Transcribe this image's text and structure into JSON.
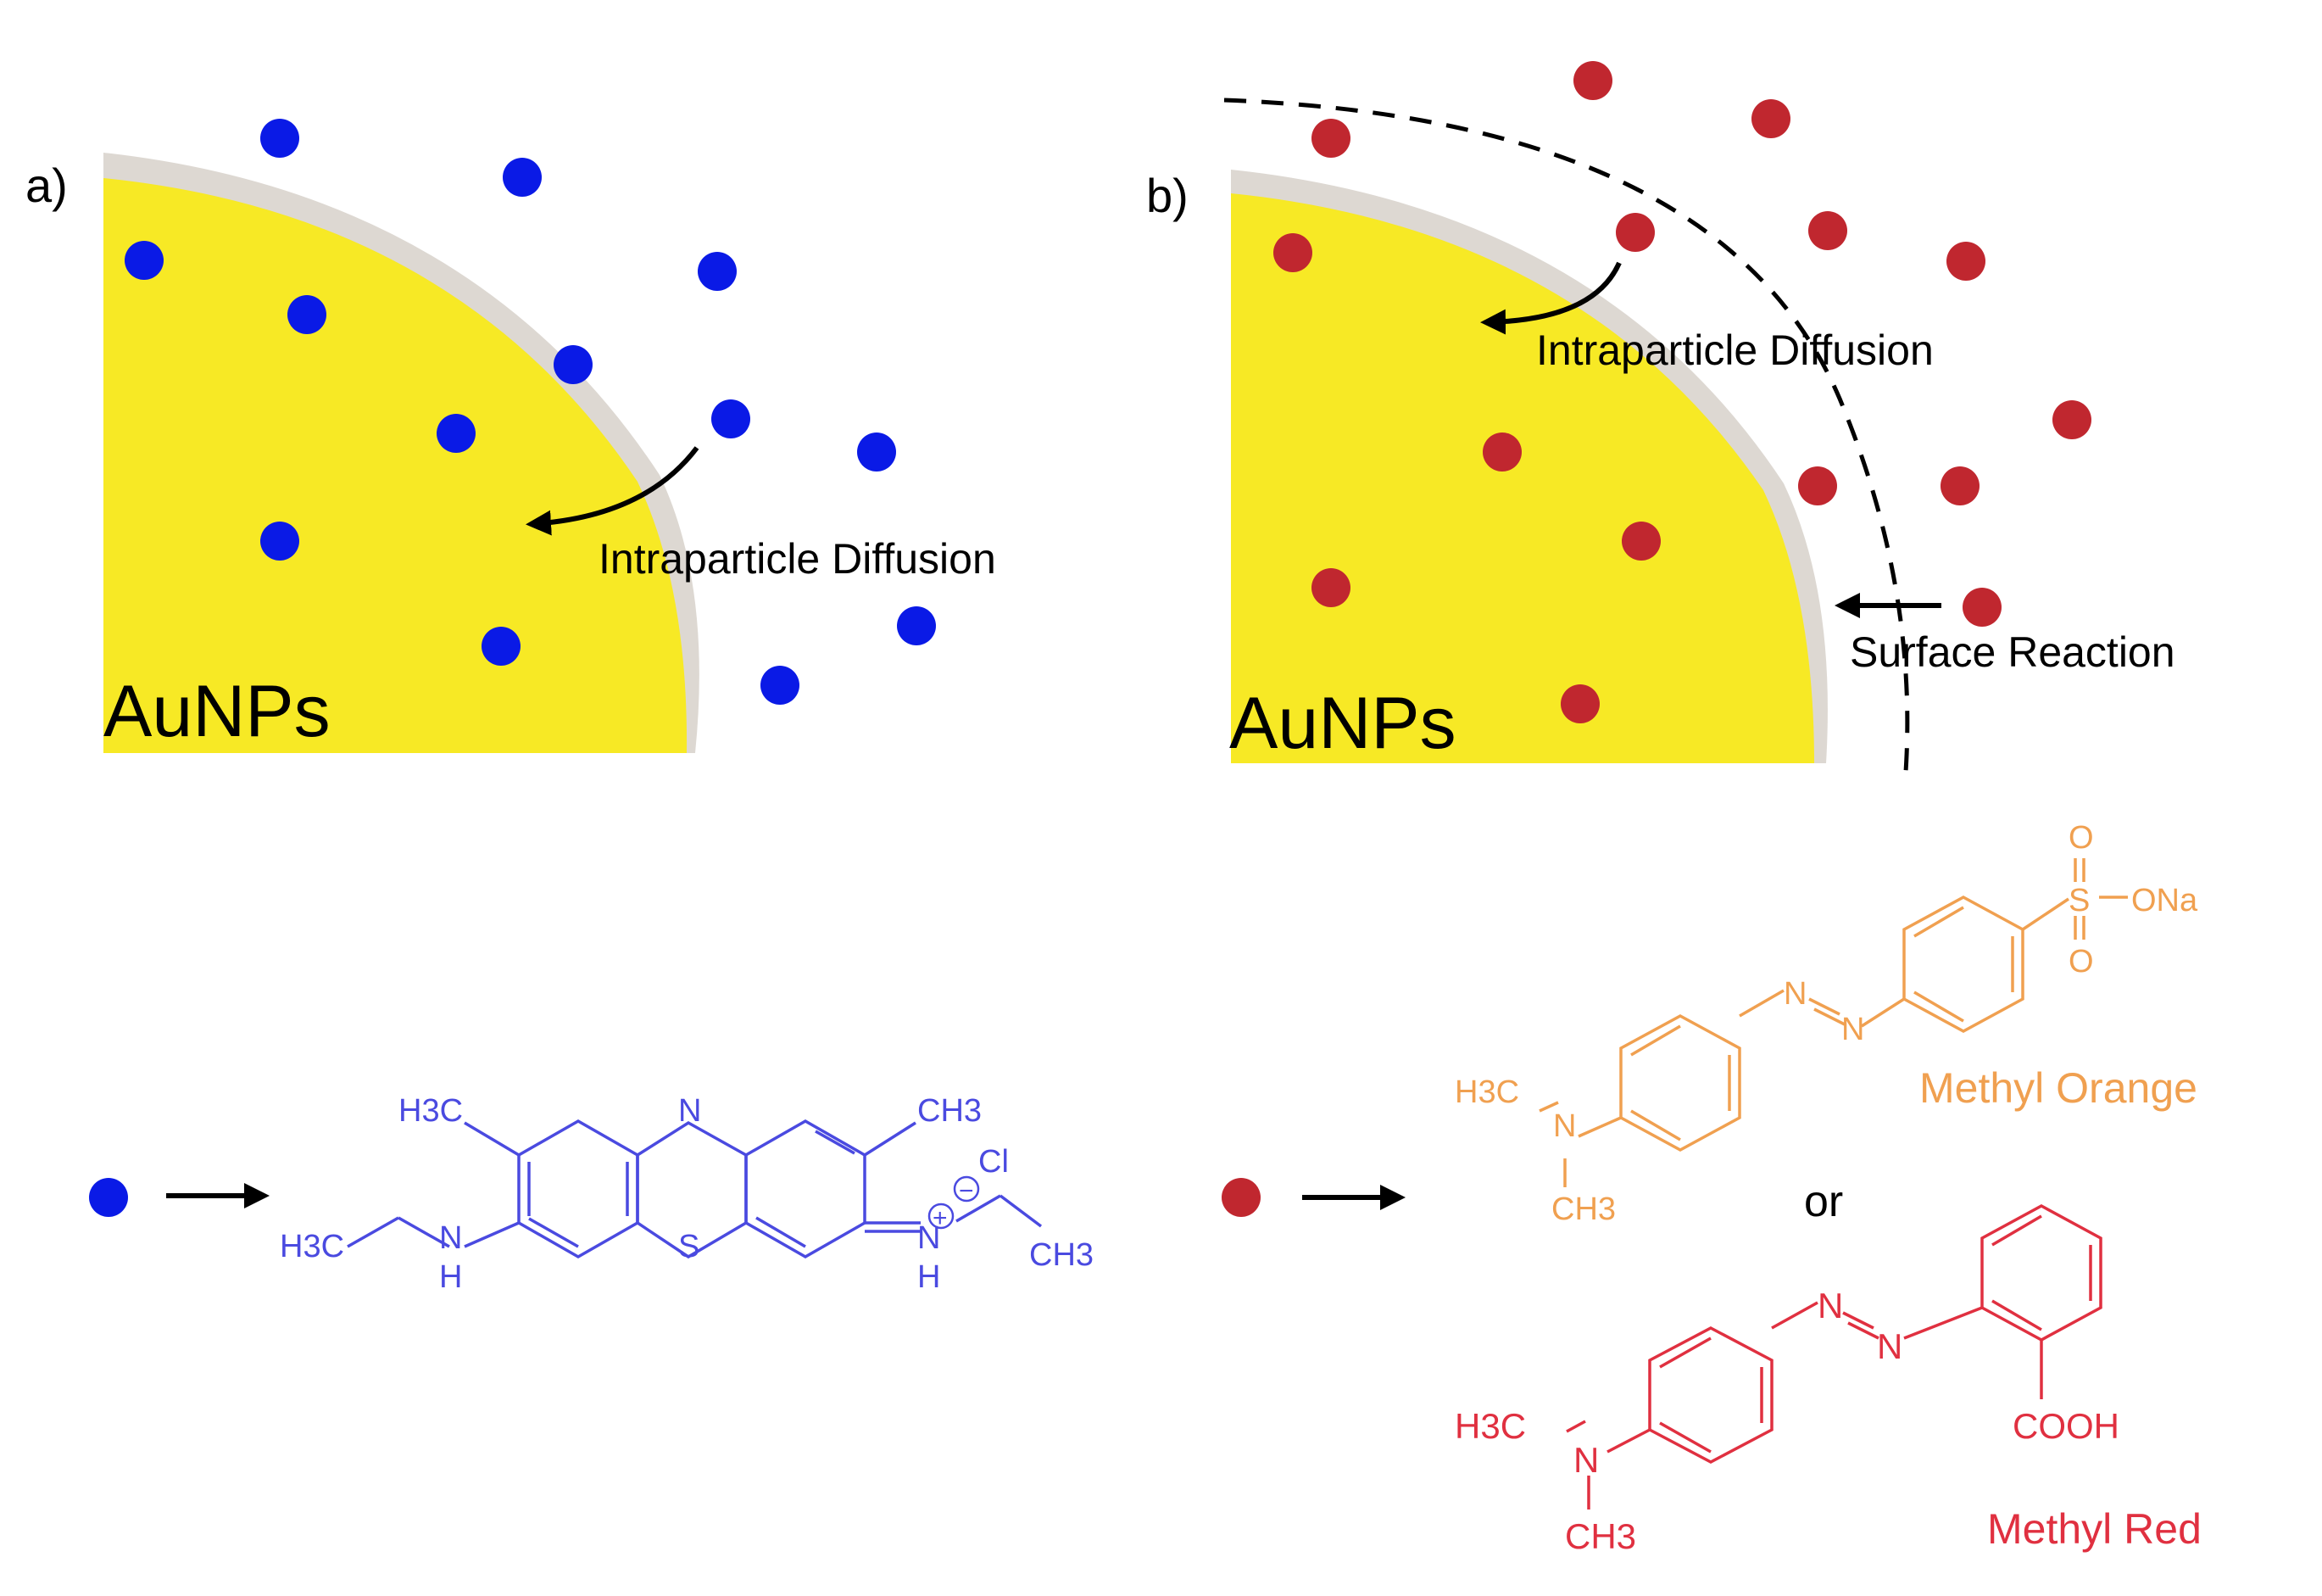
{
  "panels": {
    "a": {
      "label": "a)",
      "particle_label": "AuNPs",
      "diffusion_label": "Intraparticle Diffusion"
    },
    "b": {
      "label": "b)",
      "particle_label": "AuNPs",
      "diffusion_label": "Intraparticle Diffusion",
      "surface_label": "Surface Reaction"
    }
  },
  "legend": {
    "methylene_blue": {
      "h3c_top": "H3C",
      "ch3_top": "CH3",
      "ring_n": "N",
      "ring_s": "S",
      "cl": "Cl",
      "minus": "−",
      "plus": "+",
      "h3c_left": "H3C",
      "nh_n": "N",
      "nh_h": "H",
      "imine_n": "N",
      "imine_h": "H",
      "ch3_right": "CH3"
    },
    "methyl_orange": {
      "name": "Methyl Orange",
      "o_top": "O",
      "s": "S",
      "ona": "ONa",
      "o_bottom": "O",
      "n1": "N",
      "n2": "N",
      "n_amine": "N",
      "h3c": "H3C",
      "ch3": "CH3"
    },
    "connector": "or",
    "methyl_red": {
      "name": "Methyl Red",
      "n1": "N",
      "n2": "N",
      "n_amine": "N",
      "h3c": "H3C",
      "ch3": "CH3",
      "cooh": "COOH"
    }
  },
  "colors": {
    "gold": "#f7e925",
    "coating": "#ddd8d2",
    "blue_dot": "#0a1ae6",
    "red_dot": "#c0272f",
    "methylene_blue": "#4a4ae0",
    "methyl_orange": "#f0a050",
    "methyl_red": "#e03040"
  }
}
